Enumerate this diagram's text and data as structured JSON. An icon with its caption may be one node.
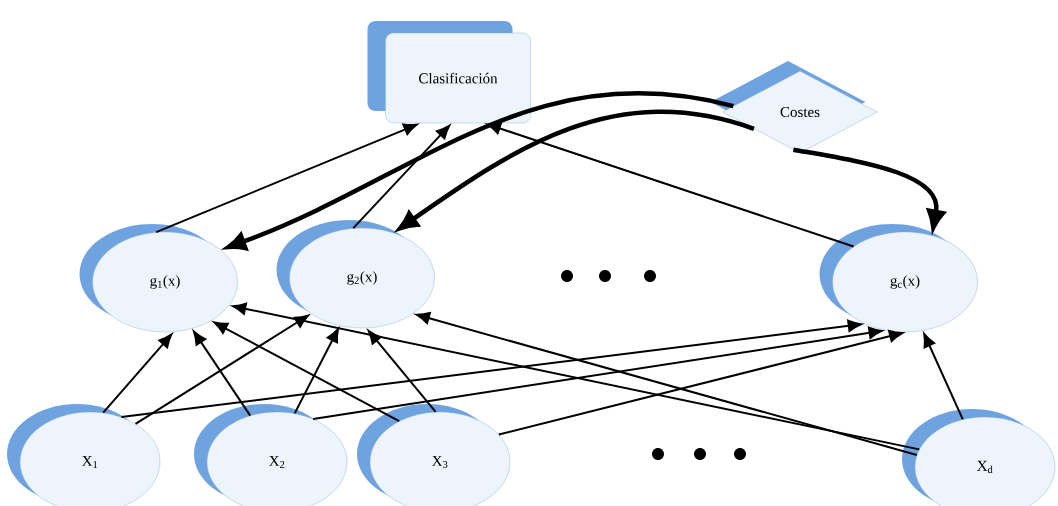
{
  "diagram": {
    "nodes": [
      {
        "text": [
          "Clasificación"
        ]
      },
      {
        "text": [
          "Costes"
        ]
      },
      {
        "text": [
          "g$_{1}$(x)"
        ]
      },
      {
        "text": [
          "g$_{2}$(x)"
        ]
      },
      {
        "text": [
          "g$_{c}$(x)"
        ]
      },
      {
        "text": [
          "X$_{1}$"
        ]
      },
      {
        "text": [
          "X$_{2}$"
        ]
      },
      {
        "text": [
          "X$_{3}$"
        ]
      },
      {
        "text": [
          "X$_{d}$"
        ]
      }
    ],
    "edges": [
      {
        "from": 2,
        "to": 0,
        "arrow": "to"
      },
      {
        "from": 3,
        "to": 0,
        "arrow": "to"
      },
      {
        "from": 4,
        "to": 0,
        "arrow": "to"
      },
      {
        "from": 1,
        "to": 2,
        "arrow": "to",
        "style": "thick"
      },
      {
        "from": 1,
        "to": 3,
        "arrow": "to",
        "style": "thick"
      },
      {
        "from": 1,
        "to": 4,
        "arrow": "to",
        "style": "thick"
      },
      {
        "from": 5,
        "to": 2,
        "arrow": "to"
      },
      {
        "from": 5,
        "to": 3,
        "arrow": "to"
      },
      {
        "from": 5,
        "to": 4,
        "arrow": "to"
      },
      {
        "from": 6,
        "to": 2,
        "arrow": "to"
      },
      {
        "from": 6,
        "to": 3,
        "arrow": "to"
      },
      {
        "from": 6,
        "to": 4,
        "arrow": "to"
      },
      {
        "from": 7,
        "to": 2,
        "arrow": "to"
      },
      {
        "from": 7,
        "to": 3,
        "arrow": "to"
      },
      {
        "from": 7,
        "to": 4,
        "arrow": "to"
      },
      {
        "from": 8,
        "to": 2,
        "arrow": "to"
      },
      {
        "from": 8,
        "to": 3,
        "arrow": "to"
      },
      {
        "from": 8,
        "to": 4,
        "arrow": "to"
      }
    ]
  }
}
